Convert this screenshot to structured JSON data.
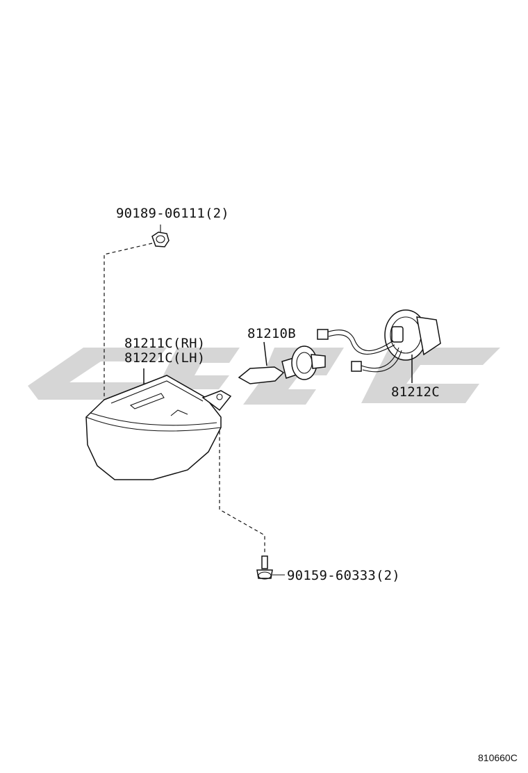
{
  "figure_id": "810660C",
  "parts": [
    {
      "label": "90189-06111(2)"
    },
    {
      "label": "81211C(RH)"
    },
    {
      "label": "81221C(LH)"
    },
    {
      "label": "81210B"
    },
    {
      "label": "81212C"
    },
    {
      "label": "90159-60333(2)"
    }
  ]
}
